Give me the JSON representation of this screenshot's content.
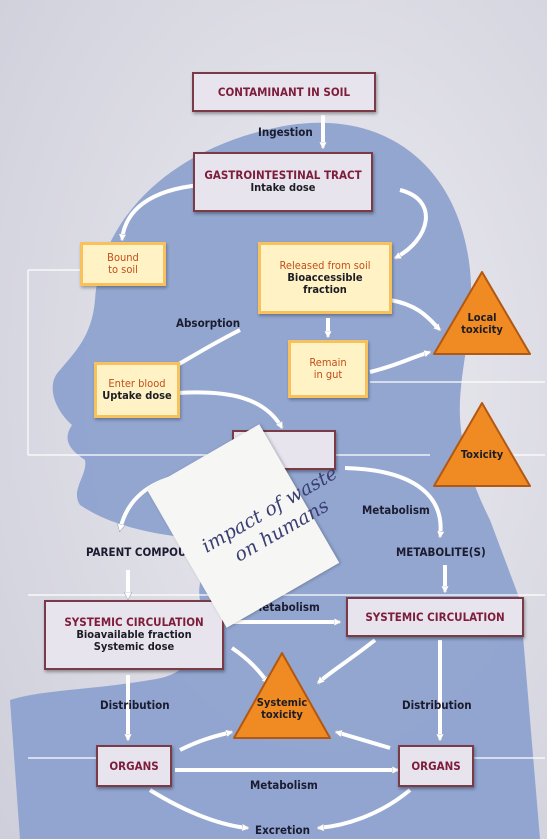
{
  "nodes": {
    "contaminant": {
      "title": "CONTAMINANT IN SOIL"
    },
    "gi_tract": {
      "title": "GASTROINTESTINAL TRACT",
      "sub": "Intake dose"
    },
    "bound": {
      "title": "Bound\nto soil"
    },
    "released": {
      "title": "Released from soil",
      "sub": "Bioaccessible\nfraction"
    },
    "remain": {
      "title": "Remain\nin gut"
    },
    "enter_blood": {
      "title": "Enter blood",
      "sub": "Uptake dose"
    },
    "liver": {
      "title": ""
    },
    "sys_circ_left": {
      "title": "SYSTEMIC CIRCULATION",
      "sub": "Bioavailable fraction\nSystemic dose"
    },
    "sys_circ_right": {
      "title": "SYSTEMIC CIRCULATION"
    },
    "organs_left": {
      "title": "ORGANS"
    },
    "organs_right": {
      "title": "ORGANS"
    }
  },
  "hazards": {
    "local": "Local\ntoxicity",
    "toxicity": "Toxicity",
    "systemic": "Systemic\ntoxicity"
  },
  "labels": {
    "ingestion": "Ingestion",
    "absorption": "Absorption",
    "metabolism_top": "Metabolism",
    "parent_compound": "PARENT COMPOUND",
    "metabolites": "METABOLITE(S)",
    "metabolism_mid": "Metabolism",
    "distribution_left": "Distribution",
    "distribution_right": "Distribution",
    "metabolism_bottom": "Metabolism",
    "excretion": "Excretion"
  },
  "handwritten_note": "impact of waste\non humans",
  "colors": {
    "background": "#d8d8e2",
    "head_silhouette": "#8da2cf",
    "box_border": "#7b3a48",
    "box_title": "#7d1d3a",
    "cream_fill": "#fff3c6",
    "cream_border": "#f7c25e",
    "hazard_orange": "#f08a22",
    "arrow": "#ffffff"
  },
  "icons": [
    "warning-triangle-icon"
  ]
}
